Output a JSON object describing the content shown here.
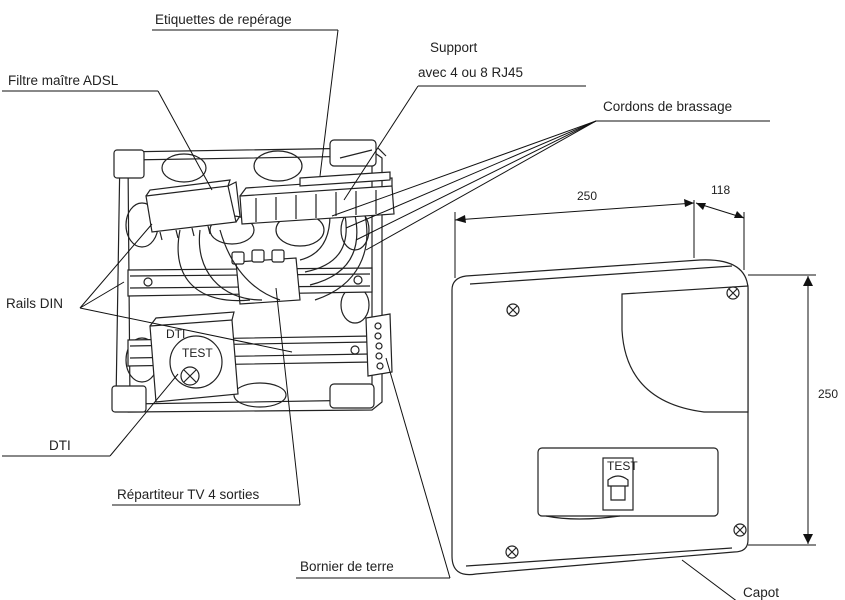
{
  "labels": {
    "etiquettes": "Etiquettes de repérage",
    "support_line1": "Support",
    "support_line2": "avec 4 ou 8 RJ45",
    "filtre": "Filtre maître ADSL",
    "cordons": "Cordons de brassage",
    "rails": "Rails DIN",
    "dti": "DTI",
    "repartiteur": "Répartiteur TV 4 sorties",
    "bornier": "Bornier de terre",
    "capot": "Capot"
  },
  "device_marks": {
    "dti_plate": "DTI",
    "test_plate": "TEST",
    "cover_test": "TEST"
  },
  "dimensions": {
    "width": "250",
    "depth": "118",
    "height": "250"
  }
}
